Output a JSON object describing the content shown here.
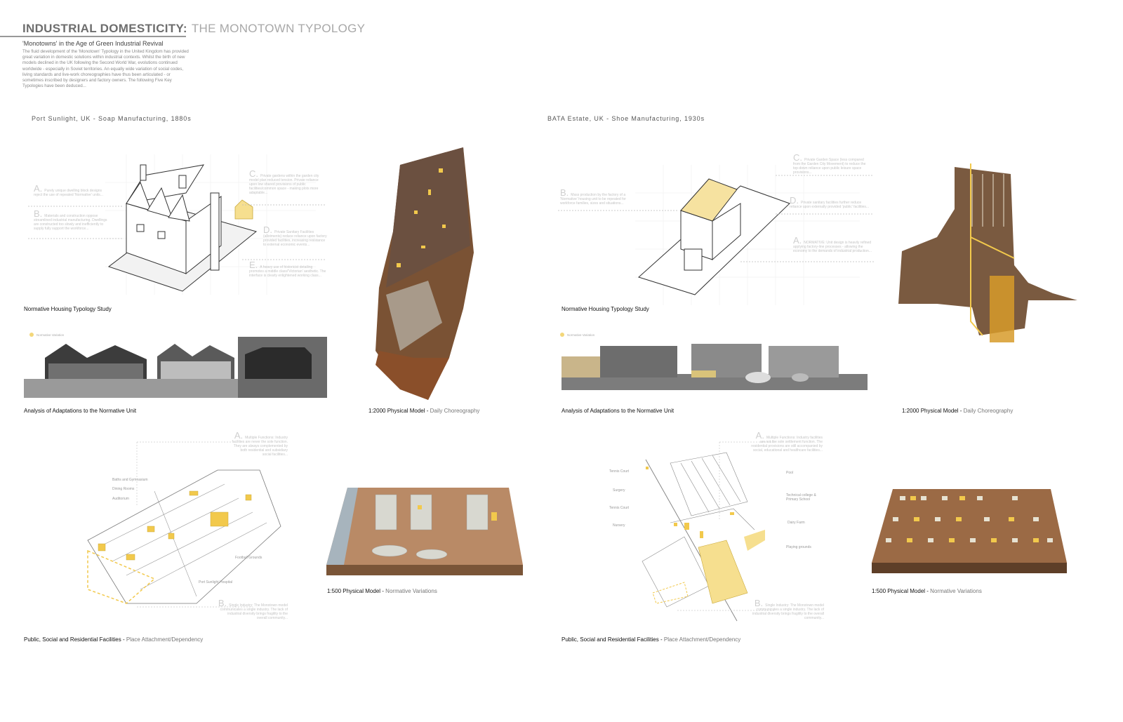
{
  "header": {
    "title_main": "INDUSTRIAL DOMESTICITY:",
    "title_sub": "THE MONOTOWN TYPOLOGY",
    "subtitle": "'Monotowns' in the Age of Green Industrial Revival",
    "intro": "The fluid development of the 'Monotown' Typology in the United Kingdom has provided great variation in domestic solutions within industrial contexts. Whilst the birth of new models declined in the UK following the Second World War, evolutions continued worldwide - especially in Soviet territories. An equally wide variation of social codes, living standards and live-work choreographies have thus been articulated - or sometimes inscribed by designers and factory owners. The following Five Key Typologies have been deduced..."
  },
  "colors": {
    "accent": "#f2c94c",
    "model_brown": "#8a5a34",
    "text_grey": "#8a8a8a"
  },
  "sections": [
    {
      "heading": "Port Sunlight, UK - Soap Manufacturing, 1880s",
      "notes": [
        {
          "letter": "A.",
          "text": "Purely unique dwelling block designs reject the use of repeated 'Normative' units..."
        },
        {
          "letter": "B.",
          "text": "Materials and construction oppose streamlined industrial manufacturing. Dwellings are constructed too slowly and inefficiently to supply fully support the workforce..."
        },
        {
          "letter": "C.",
          "text": "Private gardens within the garden city model plan reduced tension. Private reliance upon low shared provisions of public facilities/common space - making plots more adaptable..."
        },
        {
          "letter": "D.",
          "text": "Private Sanitary Facilities (allotments) reduce reliance upon factory provided facilities, increasing resistance to external economic events..."
        },
        {
          "letter": "E.",
          "text": "A heavy use of historicist detailing promotes a middle class/'Victorian' aesthetic. The interface is clearly enlightened working class..."
        }
      ],
      "housing_caption": "Normative Housing Typology Study",
      "legend": "Normative Variation",
      "adaptations_caption": "Analysis of Adaptations to the Normative Unit",
      "model2000_caption": "1:2000 Physical Model -",
      "model2000_sub": "Daily Choreography",
      "site_labels": [
        "Baths and Gymnasium",
        "Dining Rooms",
        "Auditorium",
        "Football Grounds",
        "Port Sunlight Hospital"
      ],
      "site_notes": [
        {
          "letter": "A.",
          "text": "Multiple Functions: Industry facilities are never the sole function. They are always complemented by both residential and subsidiary social facilities..."
        },
        {
          "letter": "B.",
          "text": "Single Industry: The Monotown model communicates a single industry. The lack of industrial diversity brings fragility to the overall community..."
        }
      ],
      "facilities_caption": "Public, Social and Residential Facilities -",
      "facilities_sub": "Place Attachment/Dependency",
      "model500_caption": "1:500 Physical Model -",
      "model500_sub": "Normative Variations"
    },
    {
      "heading": "BATA Estate, UK - Shoe Manufacturing, 1930s",
      "notes": [
        {
          "letter": "B.",
          "text": "Mass production by the factory of a 'Normative' housing unit to be repeated for workforce families, sizes and situations..."
        },
        {
          "letter": "C.",
          "text": "Private Garden Space (less compared from the Garden City Movement) to reduce the top-down reliance upon public leisure space provisions..."
        },
        {
          "letter": "D.",
          "text": "Private sanitary facilities further reduce reliance upon externally provided 'public' facilities..."
        },
        {
          "letter": "A.",
          "text": "NORMATIVE: Unit design is heavily refined applying factory-line processes - allowing the economy to the demands of industrial production..."
        }
      ],
      "housing_caption": "Normative Housing Typology Study",
      "legend": "Normative Variation",
      "adaptations_caption": "Analysis of Adaptations to the Normative Unit",
      "model2000_caption": "1:2000 Physical Model -",
      "model2000_sub": "Daily Choreography",
      "site_labels": [
        "Tennis Court",
        "Surgery",
        "Tennis Court",
        "Nursery",
        "Pool",
        "Technical college & Primary School",
        "Dairy Farm",
        "Playing grounds"
      ],
      "site_notes": [
        {
          "letter": "A.",
          "text": "Multiple Functions: Industry facilities are not the sole settlement function. The residential provisions are still accompanied by social, educational and healthcare facilities..."
        },
        {
          "letter": "B.",
          "text": "Single Industry: The Monotown model communicates a single industry. The lack of industrial diversity brings fragility to the overall community..."
        }
      ],
      "facilities_caption": "Public, Social and Residential Facilities -",
      "facilities_sub": "Place Attachment/Dependency",
      "model500_caption": "1:500 Physical Model -",
      "model500_sub": "Normative Variations"
    }
  ]
}
